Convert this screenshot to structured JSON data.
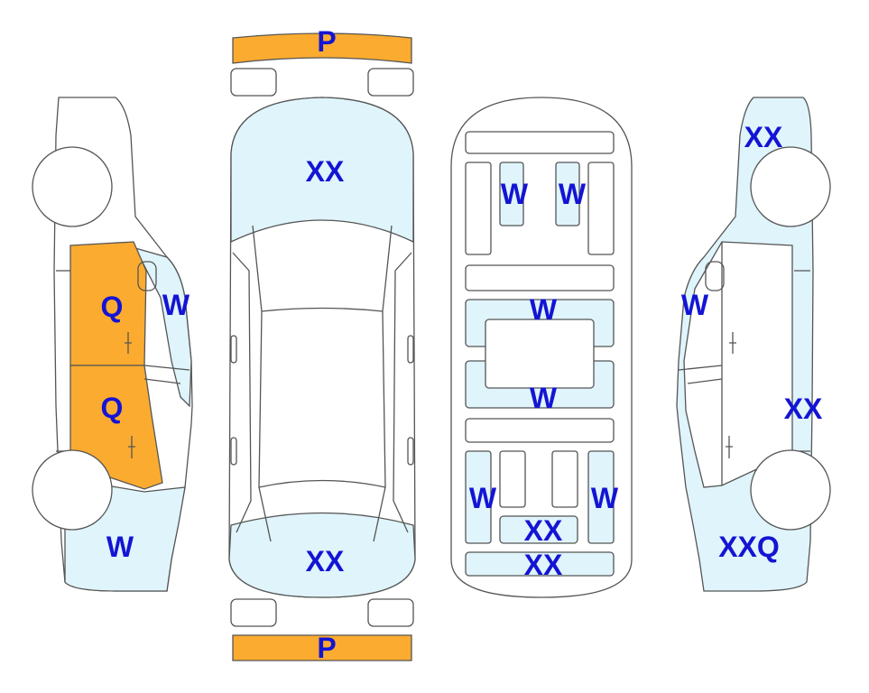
{
  "colors": {
    "light_blue": "#dff4fb",
    "orange": "#fbab2f",
    "label_blue": "#1414d4",
    "outline": "#555555"
  },
  "legend_codes": {
    "P": "orange",
    "Q": "orange",
    "W": "light_blue",
    "XX": "light_blue",
    "XXQ": "light_blue"
  },
  "views": {
    "left_side": {
      "labels": {
        "front_door": "Q",
        "rear_door": "Q",
        "windshield": "W",
        "rear_bumper": "W"
      }
    },
    "top": {
      "labels": {
        "front_bumper": "P",
        "hood": "XX",
        "trunk": "XX",
        "rear_bumper": "P"
      }
    },
    "underside": {
      "labels": {
        "panel_a": "W",
        "panel_b": "W",
        "mid_upper": "W",
        "mid_lower": "W",
        "rear_left": "W",
        "rear_right": "W",
        "rear_center": "XX",
        "rear_bottom": "XX"
      }
    },
    "right_side": {
      "labels": {
        "front": "XX",
        "windshield": "W",
        "quarter": "XX",
        "rear": "XXQ"
      }
    }
  }
}
